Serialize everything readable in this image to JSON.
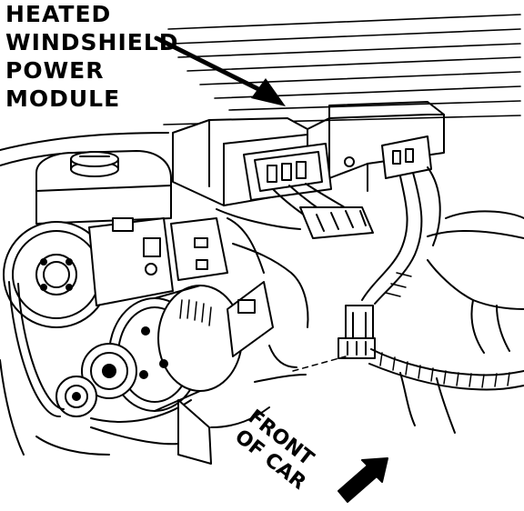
{
  "callout": {
    "line1": "HEATED",
    "line2": "WINDSHIELD",
    "line3": "POWER",
    "line4": "MODULE"
  },
  "direction_label": {
    "line1": "FRONT",
    "line2": "OF CAR"
  }
}
